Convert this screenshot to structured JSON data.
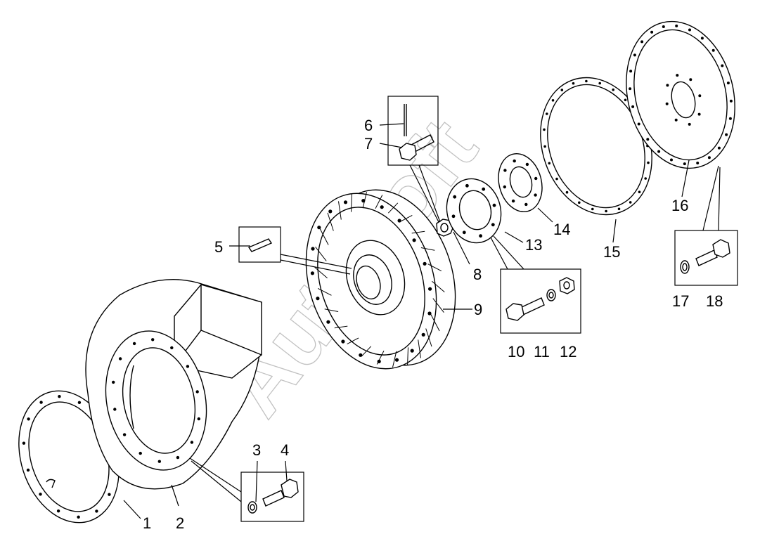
{
  "diagram": {
    "watermark": "Autosoft",
    "callouts": [
      {
        "id": "1",
        "text": "1"
      },
      {
        "id": "2",
        "text": "2"
      },
      {
        "id": "3",
        "text": "3"
      },
      {
        "id": "4",
        "text": "4"
      },
      {
        "id": "5",
        "text": "5"
      },
      {
        "id": "6",
        "text": "6"
      },
      {
        "id": "7",
        "text": "7"
      },
      {
        "id": "8",
        "text": "8"
      },
      {
        "id": "9",
        "text": "9"
      },
      {
        "id": "10",
        "text": "10"
      },
      {
        "id": "11",
        "text": "11"
      },
      {
        "id": "12",
        "text": "12"
      },
      {
        "id": "13",
        "text": "13"
      },
      {
        "id": "14",
        "text": "14"
      },
      {
        "id": "15",
        "text": "15"
      },
      {
        "id": "16",
        "text": "16"
      },
      {
        "id": "17",
        "text": "17"
      },
      {
        "id": "18",
        "text": "18"
      }
    ]
  }
}
